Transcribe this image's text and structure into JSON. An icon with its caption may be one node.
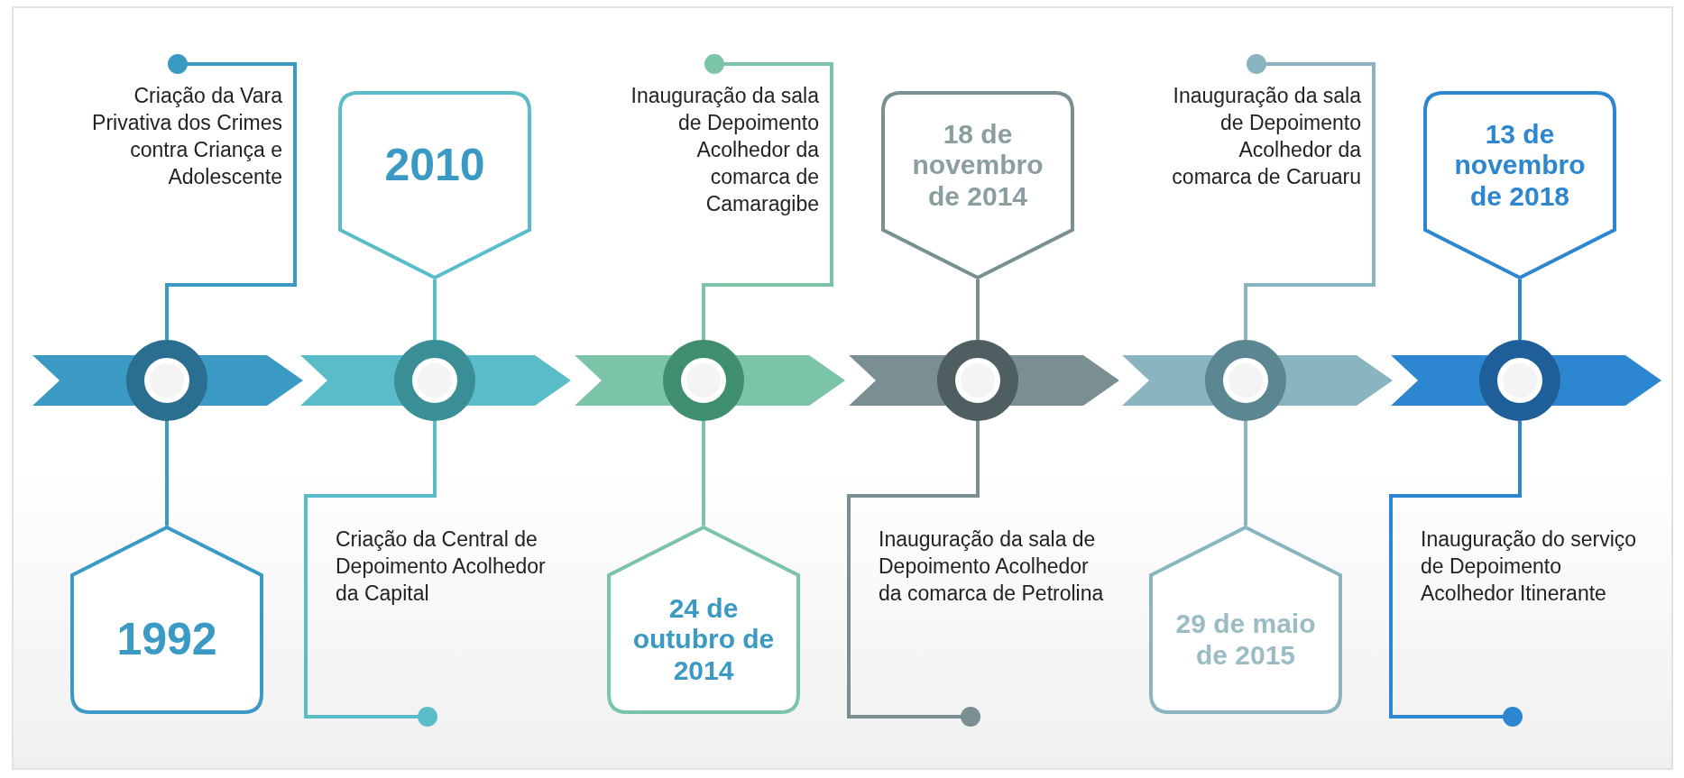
{
  "diagram": {
    "nodes": [
      {
        "text": [
          "1992"
        ]
      },
      {
        "text": [
          "Criação da Vara Privativa dos Crimes contra Criança e Adolescente"
        ]
      },
      {
        "text": [],
        "shape": "circle"
      },
      {
        "text": [
          "2010"
        ]
      },
      {
        "text": [
          "Criação da Central de Depoimento Acolhedor da Capital"
        ]
      },
      {
        "text": [],
        "shape": "circle"
      },
      {
        "text": [
          "24 de outubro de 2014"
        ]
      },
      {
        "text": [
          "Inauguração da sala de Depoimento Acolhedor da comarca de Camaragibe"
        ]
      },
      {
        "text": [],
        "shape": "circle"
      },
      {
        "text": [
          "18 de novembro de 2014"
        ]
      },
      {
        "text": [
          "Inauguração da sala de Depoimento Acolhedor da comarca de Petrolina"
        ]
      },
      {
        "text": [],
        "shape": "circle"
      },
      {
        "text": [
          "29 de maio de 2015"
        ]
      },
      {
        "text": [
          "Inauguração da sala de Depoimento Acolhedor da comarca de Caruaru"
        ]
      },
      {
        "text": [],
        "shape": "circle"
      },
      {
        "text": [
          "13 de novembro de 2018"
        ]
      },
      {
        "text": [
          "Inauguração do serviço de Depoimento Acolhedor Itinerante"
        ]
      },
      {
        "text": [],
        "shape": "circle"
      }
    ],
    "edges": [
      {
        "from": 2,
        "to": 0,
        "arrow": "none",
        "color": "#3a9ac4"
      },
      {
        "from": 2,
        "to": 1,
        "arrow": "other",
        "color": "#3a9ac4"
      },
      {
        "from": 5,
        "to": 3,
        "arrow": "none",
        "color": "#5bbcc9"
      },
      {
        "from": 5,
        "to": 4,
        "arrow": "other",
        "color": "#5bbcc9"
      },
      {
        "from": 8,
        "to": 6,
        "arrow": "none",
        "color": "#7cc4a8"
      },
      {
        "from": 8,
        "to": 7,
        "arrow": "other",
        "color": "#7cc4a8"
      },
      {
        "from": 11,
        "to": 9,
        "arrow": "none",
        "color": "#7a8f92"
      },
      {
        "from": 11,
        "to": 10,
        "arrow": "other",
        "color": "#7a8f92"
      },
      {
        "from": 14,
        "to": 12,
        "arrow": "none",
        "color": "#8ab4bf"
      },
      {
        "from": 14,
        "to": 13,
        "arrow": "other",
        "color": "#8ab4bf"
      },
      {
        "from": 17,
        "to": 15,
        "arrow": "none",
        "color": "#2d86d0"
      },
      {
        "from": 17,
        "to": 16,
        "arrow": "other",
        "color": "#2d86d0"
      }
    ]
  }
}
